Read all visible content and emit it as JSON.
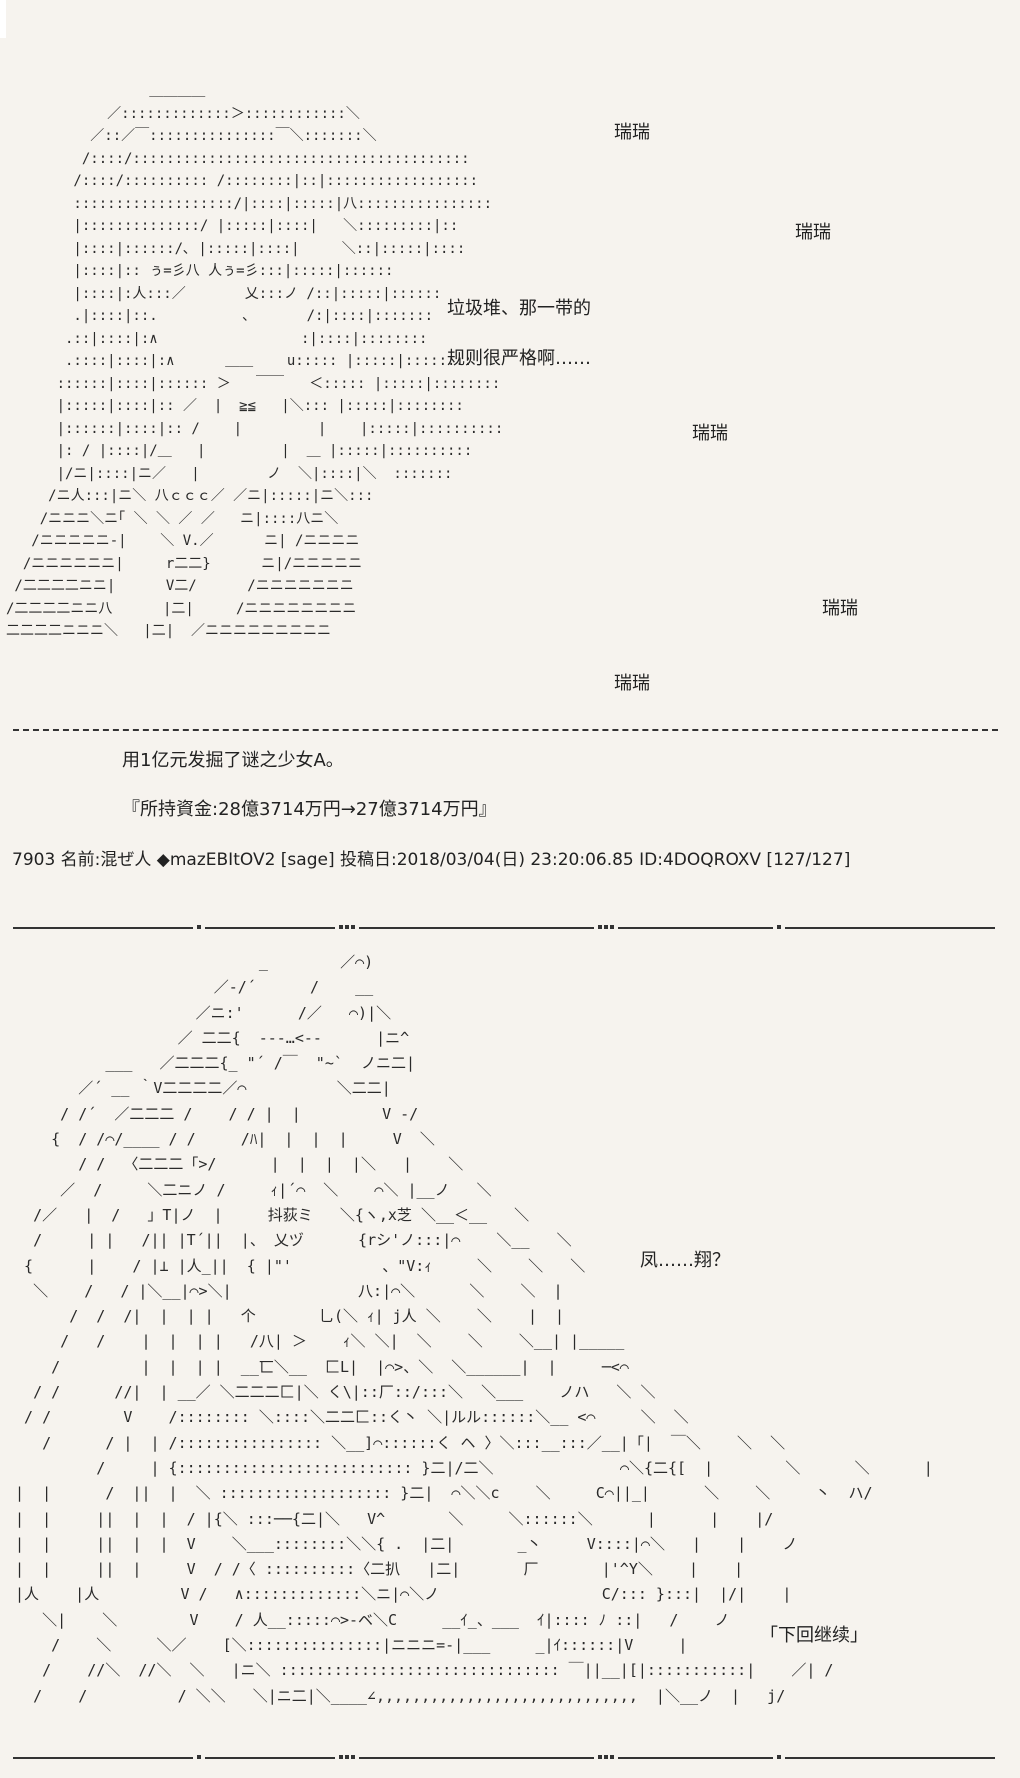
{
  "panel1": {
    "dialogue": [
      {
        "id": "ruirui-1",
        "text": "瑞瑞"
      },
      {
        "id": "ruirui-2",
        "text": "瑞瑞"
      },
      {
        "id": "speech-1",
        "text": "垃圾堆、那一带的"
      },
      {
        "id": "speech-2",
        "text": "规则很严格啊……"
      },
      {
        "id": "ruirui-3",
        "text": "瑞瑞"
      },
      {
        "id": "ruirui-4",
        "text": "瑞瑞"
      },
      {
        "id": "ruirui-5",
        "text": "瑞瑞"
      }
    ],
    "art": "                 ＿＿＿＿\n            ／:::::::::::::＞::::::::::::＼\n          ／::／￣:::::::::::::::￣＼:::::::＼\n         /::::/::::::::::::::::::::::::::::::::::::::::\n        /::::/:::::::::: /::::::::|::|::::::::::::::::::\n        :::::::::::::::::::/|::::|:::::|八::::::::::::::::\n        |::::::::::::::/ |:::::|::::|   ＼:::::::::|::\n        |::::|::::::/､ |:::::|::::|     ＼::|:::::|::::\n        |::::|:: ぅ=彡八 人ぅ=彡:::|:::::|::::::\n        |::::|:人:::／       乂:::ノ /::|:::::|::::::\n        .|::::|::.          、      /:|::::|:::::::\n       .::|::::|:∧                 :|::::|::::::::\n       .::::|::::|:∧      ＿＿    u::::: |:::::|::::::::\n      ::::::|::::|:::::: ＞   ￣￣   ＜::::: |:::::|::::::::\n      |:::::|::::|:: ／  |  ≧≦   |＼::: |:::::|::::::::\n      |::::::|::::|:: /    |         |    |:::::|::::::::::\n      |: / |::::|/＿   |         |  ＿ |:::::|::::::::::\n      |/ニ|::::|ニ／   |        ノ  ＼|::::|＼  :::::::\n     /ニ人:::|ニ＼ 八ｃｃｃ／ ／ニ|:::::|ニ＼:::\n    /ニニニ＼ニ｢ ＼ ＼ ／ ／   ニ|::::八ニ＼\n   /ニニニニニ-|    ＼ V.／      ニ| /ニニニニ\n  /ニニニニニニ|     r二二}      ニ|/ニニニニニ\n /二二二二ニニ|      V二/      /ニニニニニニニ\n/二二二二ニニ八      |二|     /ニニニニニニニニ\n二二二二ニニニ＼   |二|  ／ニニニニニニニニニ"
  },
  "narration": {
    "line1": "用1亿元发掘了谜之少女A。",
    "line2": "『所持資金:28億3714万円→27億3714万円』"
  },
  "post_header": "7903 名前:混ぜ人 ◆mazEBItOV2 [sage] 投稿日:2018/03/04(日) 23:20:06.85 ID:4DOQROXV [127/127]",
  "panel2": {
    "dialogue": [
      {
        "id": "speech-feng",
        "text": "凤……翔？"
      },
      {
        "id": "next-time",
        "text": "「下回继续」"
      }
    ],
    "art": "                            _        ／⌒)\n                       ／-/´      /    __\n                     ／ニ:'      /／   ⌒)|＼\n                   ／ 二二{  ‐-‐…<-‐      |ニ^\n           ___   ／二二二{_ \"´ /￣  \"~`  ノニ二|\n        ／´ __ ｀V二二二二／⌒          ＼二二|\n      / /´  ／二二二 /    / / |  |         V -/\n     {  / /⌒/____ / /     /ﾊ|  |  |  |     V  ＼\n        / /  〈二二二「>/      |  |  |  |＼   |    ＼\n      ／  /     ＼二ニノ /     ｨ|´⌒  ＼    ⌒＼ |__ノ   ＼\n   /／   |  /   」T|ノ  |     抖荻ミ   ＼{ヽ,x芝 ＼__＜__   ＼\n   /     | |   /|| |T´||  |、 乂ヅ      {rシ'ノ:::|⌒    ＼__   ＼\n  {      |    / |⊥ |人_||  { |\"'          、\"V:ｨ     ＼    ＼   ＼\n   ＼    /   / |＼__|⌒>＼|              八:|⌒＼      ＼    ＼  |\n       /  /  /|  |  | |   个       乚(＼ ｨ| j人 ＼    ＼    |  |\n      /   /    |  |  | |   /八| ＞    ｨ＼ ＼|  ＼    ＼    ＼__| |_____\n     /         |  |  | |  __匸＼__  匚L|  |⌒>、＼  ＼______|  |     ─<⌒\n   / /      //|  | __／ ＼二二二匚|＼ く\\|::厂::/:::＼  ＼___    ノハ   ＼ ＼\n  / /        V    /:::::::: ＼::::＼二二匚::く丶 ＼|ルル::::::＼__ <⌒     ＼  ＼\n    /      / |  | /:::::::::::::::: ＼__]⌒::::::く ヘ 〉＼:::__:::／__|「|  ￣＼    ＼  ＼\n          /     | {:::::::::::::::::::::::::: }二|/二＼              ⌒＼{二{[  |        ＼      ＼      |\n |  |      /  ||  |  ＼ ::::::::::::::::::: }二|  ⌒＼＼c    ＼     C⌒||_|      ＼    ＼     丶  ハ/\n |  |     ||  |  |  / |{＼ :::──{二|＼   V^       ＼     ＼::::::＼      |      |    |/\n |  |     ||  |  |  V    ＼___::::::::＼＼{ .  |二|       _丶     V::::|⌒＼   |    |    ノ\n |  |     ||  |     V  / /〈 ::::::::::〈二扒   |二|       厂       |'^Y＼    |    |\n |人    |人         V /   ∧:::::::::::::＼ニ|⌒＼ノ                  C/::: }:::|  |/|    |\n    ＼|    ＼        V    / 人__:::::⌒>‐ベ＼C     __ｲ_、___  ｲ|:::: ﾉ ::|   /    ノ\n     /    ＼     ＼／    [＼:::::::::::::::|ニニニ=-|___     _|ｲ::::::|V     |\n    /    //＼  //＼  ＼   |ニ＼ ::::::::::::::::::::::::::::::: ￣||__|[|:::::::::::|    ／| /\n   /    /          / ＼＼   ＼|ニ二|＼____∠,,,,,,,,,,,,,,,,,,,,,,,,,,,,,  |＼__ノ  |   j/"
  }
}
